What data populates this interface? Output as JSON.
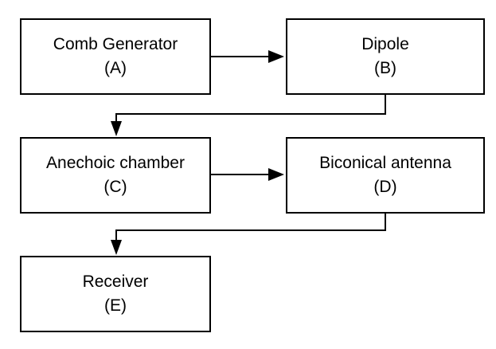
{
  "nodes": [
    {
      "id": "A",
      "name": "Comb Generator",
      "label": "(A)"
    },
    {
      "id": "B",
      "name": "Dipole",
      "label": "(B)"
    },
    {
      "id": "C",
      "name": "Anechoic chamber",
      "label": "(C)"
    },
    {
      "id": "D",
      "name": "Biconical antenna",
      "label": "(D)"
    },
    {
      "id": "E",
      "name": "Receiver",
      "label": "(E)"
    }
  ],
  "edges": [
    {
      "from": "A",
      "to": "B"
    },
    {
      "from": "B",
      "to": "C"
    },
    {
      "from": "C",
      "to": "D"
    },
    {
      "from": "D",
      "to": "E"
    }
  ],
  "colors": {
    "line": "#000000",
    "box_border": "#000000",
    "background": "#ffffff"
  }
}
